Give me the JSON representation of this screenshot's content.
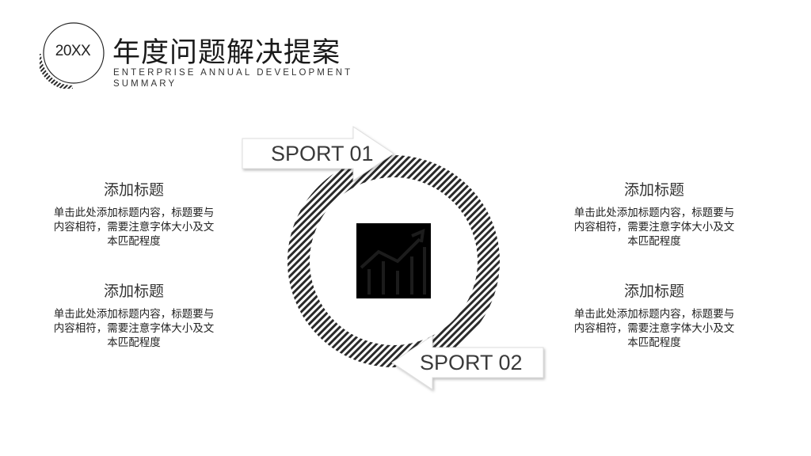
{
  "header": {
    "badge": "20XX",
    "title": "年度问题解决提案",
    "subtitle": "ENTERPRISE ANNUAL DEVELOPMENT SUMMARY"
  },
  "diagram": {
    "arrow_top_label": "SPORT 01",
    "arrow_bottom_label": "SPORT 02",
    "center_icon": "growth-chart-icon"
  },
  "blocks": {
    "left_top": {
      "title": "添加标题",
      "body": "单击此处添加标题内容，标题要与内容相符，需要注意字体大小及文本匹配程度"
    },
    "left_bottom": {
      "title": "添加标题",
      "body": "单击此处添加标题内容，标题要与内容相符，需要注意字体大小及文本匹配程度"
    },
    "right_top": {
      "title": "添加标题",
      "body": "单击此处添加标题内容，标题要与内容相符，需要注意字体大小及文本匹配程度"
    },
    "right_bottom": {
      "title": "添加标题",
      "body": "单击此处添加标题内容，标题要与内容相符，需要注意字体大小及文本匹配程度"
    }
  },
  "colors": {
    "ink": "#222222",
    "stripe": "#2a2a2a",
    "background": "#ffffff"
  }
}
